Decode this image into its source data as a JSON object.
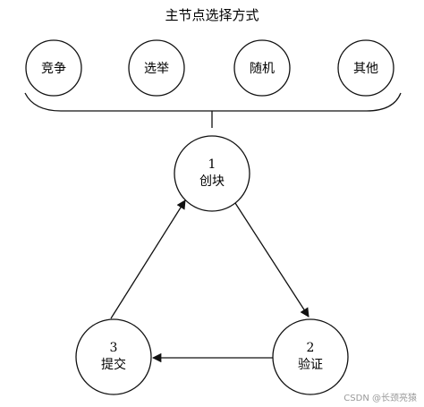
{
  "title": "主节点选择方式",
  "selection_methods": [
    {
      "label": "竞争"
    },
    {
      "label": "选举"
    },
    {
      "label": "随机"
    },
    {
      "label": "其他"
    }
  ],
  "cycle_nodes": [
    {
      "number": "1",
      "label": "创块"
    },
    {
      "number": "2",
      "label": "验证"
    },
    {
      "number": "3",
      "label": "提交"
    }
  ],
  "watermark": "CSDN @长颈亮猿",
  "colors": {
    "stroke": "#111111",
    "background": "#ffffff",
    "watermark": "#999999"
  }
}
